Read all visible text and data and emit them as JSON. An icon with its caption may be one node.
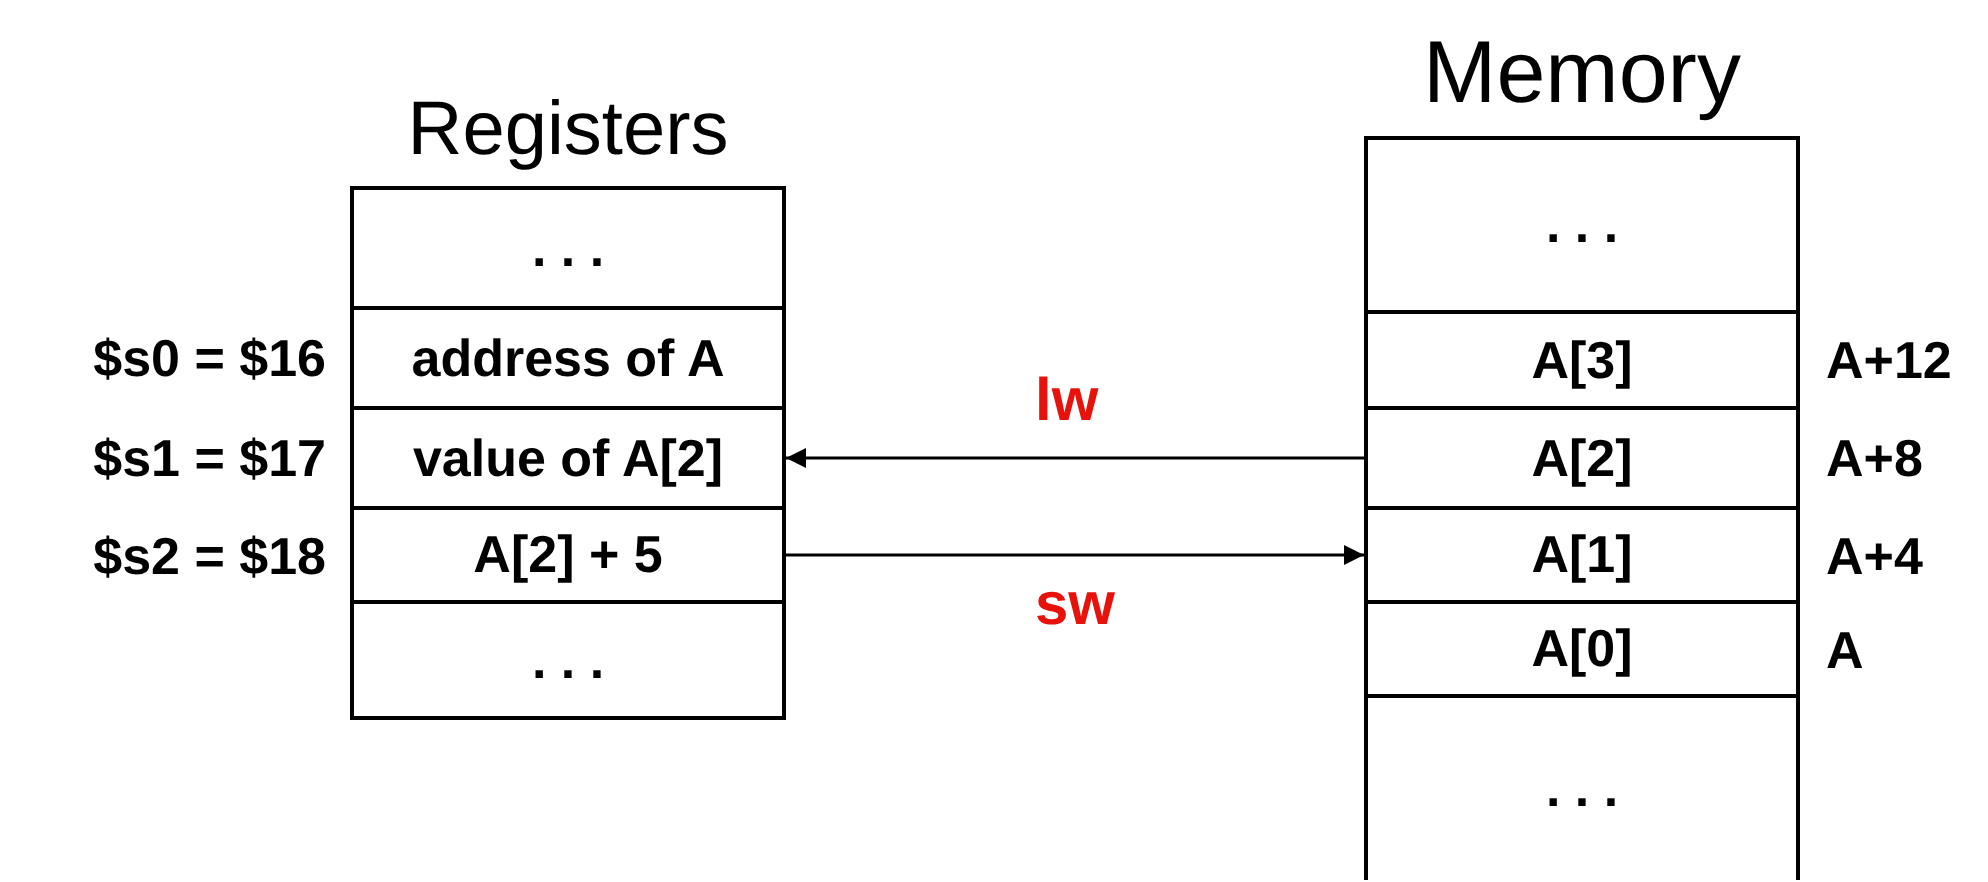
{
  "diagram": {
    "nodes": [
      {
        "text": [
          "Registers"
        ]
      },
      {
        "text": [
          ". . ."
        ],
        "in": 0
      },
      {
        "text": [
          "address of A"
        ],
        "in": 0,
        "beside": [
          "$s0 = $16"
        ]
      },
      {
        "text": [
          "value of A[2]"
        ],
        "in": 0,
        "beside": [
          "$s1 = $17"
        ]
      },
      {
        "text": [
          "A[2] + 5"
        ],
        "in": 0,
        "beside": [
          "$s2 = $18"
        ]
      },
      {
        "text": [
          ". . ."
        ],
        "in": 0
      },
      {
        "text": [
          "Memory"
        ]
      },
      {
        "text": [
          ". . ."
        ],
        "in": 6
      },
      {
        "text": [
          "A[3]"
        ],
        "in": 6,
        "beside": [
          "A+12"
        ]
      },
      {
        "text": [
          "A[2]"
        ],
        "in": 6,
        "beside": [
          "A+8"
        ]
      },
      {
        "text": [
          "A[1]"
        ],
        "in": 6,
        "beside": [
          "A+4"
        ]
      },
      {
        "text": [
          "A[0]"
        ],
        "in": 6,
        "beside": [
          "A"
        ]
      },
      {
        "text": [
          ". . ."
        ],
        "in": 6
      }
    ],
    "edges": [
      {
        "from": 9,
        "to": 3,
        "arrow": "to",
        "label": "lw"
      },
      {
        "from": 4,
        "to": 10,
        "arrow": "to",
        "label": "sw"
      }
    ]
  }
}
